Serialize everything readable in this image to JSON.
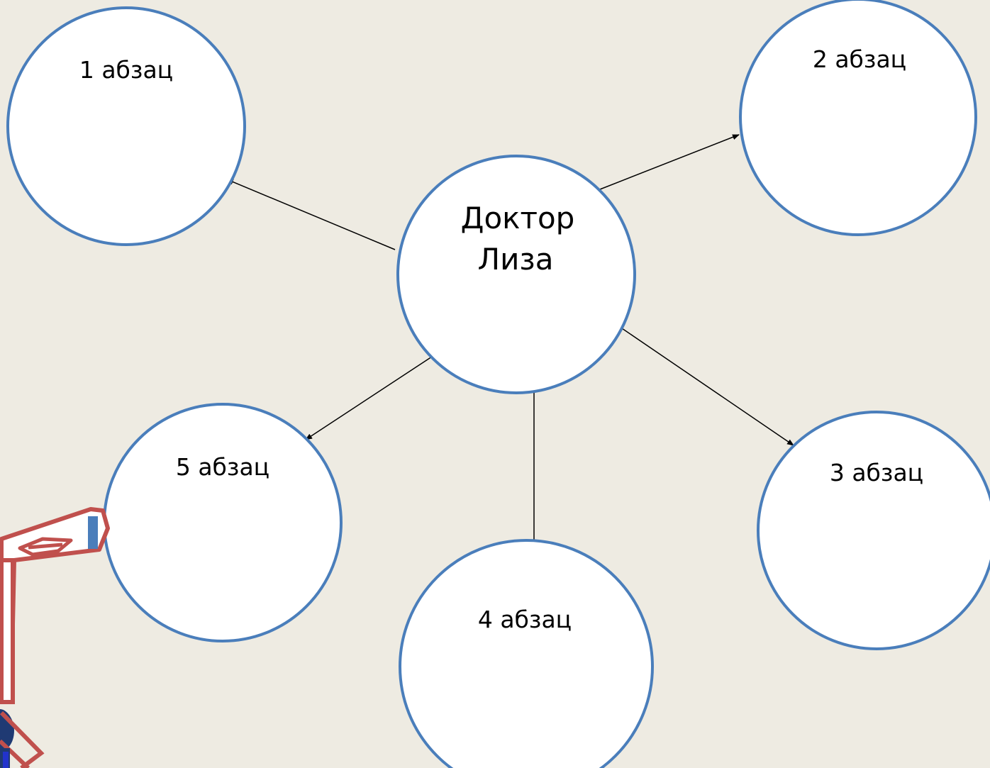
{
  "colors": {
    "background": "#EEEBE2",
    "node_fill": "#FFFFFF",
    "node_stroke": "#4A7EBB",
    "connector": "#000000",
    "clip_red": "#C0504D",
    "clip_blue": "#4A7EBB",
    "clip_navy": "#1F3A73"
  },
  "center": {
    "line1": "Доктор",
    "line2": "Лиза"
  },
  "nodes": [
    {
      "id": "p1",
      "label": "1 абзац"
    },
    {
      "id": "p2",
      "label": "2 абзац"
    },
    {
      "id": "p3",
      "label": "3 абзац"
    },
    {
      "id": "p4",
      "label": "4 абзац"
    },
    {
      "id": "p5",
      "label": "5 абзац"
    }
  ],
  "decoration": {
    "icon": "clip-art-pencil-icon"
  }
}
